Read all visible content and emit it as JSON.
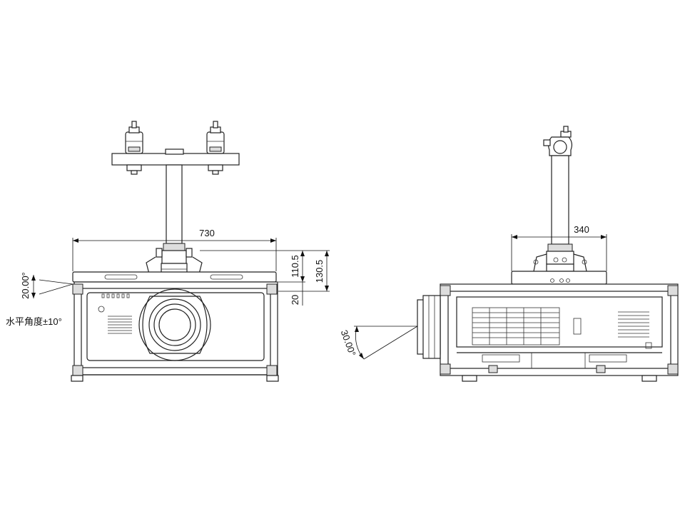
{
  "front_view": {
    "width_dim": "730",
    "height_dim_inner": "110.5",
    "height_dim_outer": "130.5",
    "gap_dim": "20",
    "tilt_angle": "20.00°",
    "horizontal_angle": "水平角度±10°"
  },
  "side_view": {
    "depth_dim": "340",
    "tilt_angle": "30.00°"
  }
}
